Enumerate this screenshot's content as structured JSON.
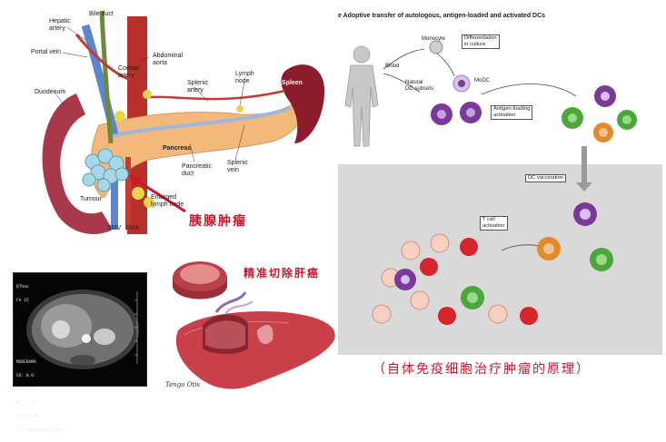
{
  "anatomy": {
    "labels": {
      "hepatic_artery": "Hepatic\nartery",
      "bile_duct": "Bile duct",
      "portal_vein": "Portal vein",
      "abdominal_aorta": "Abdominal\naorta",
      "coeliac_artery": "Coeliac\nartery",
      "duodenum": "Duodenum",
      "splenic_artery": "Splenic\nartery",
      "lymph_node": "Lymph\nnode",
      "spleen": "Spleen",
      "pancreas": "Pancreas",
      "splenic_vein": "Splenic\nvein",
      "pancreatic_duct": "Pancreatic\nduct",
      "tumour": "Tumour",
      "enlarged_lymph_node": "Enlarged\nlymph node",
      "smv": "SMV",
      "sma": "SMA"
    },
    "callout": "胰腺肿瘤"
  },
  "mri": {
    "text_lines": [
      "DThen",
      "FA 15",
      "",
      "",
      "",
      "",
      "",
      "",
      "",
      "",
      "",
      "MODERAMA",
      "SS: 0.0",
      "TE: 1.4",
      "RC: 0.42",
      "TR 2 4.84",
      "EC: Body/AHEFC/FL8 >"
    ]
  },
  "liver": {
    "callout": "精准切除肝癌",
    "signature": "Tengo Otis"
  },
  "dc": {
    "title": "e  Adoptive transfer of autologous, antigen-loaded and activated DCs",
    "monocyte": "Monocyte",
    "differentiation": "Differentiation\nin culture",
    "blood": "Blood",
    "modc": "MoDC",
    "natural": "Natural\nDC subsets",
    "antigen_loading": "Antigen-loading\nactivation",
    "vaccination": "DC vaccination",
    "tcell": "T cell\nactivation"
  },
  "caption": "（自体免疫细胞治疗肿瘤的原理）",
  "colors": {
    "accent_red": "#d0142c",
    "pancreas": "#f2b97a",
    "dc_purple": "#7a3a9a",
    "dc_green": "#4aa83a"
  }
}
